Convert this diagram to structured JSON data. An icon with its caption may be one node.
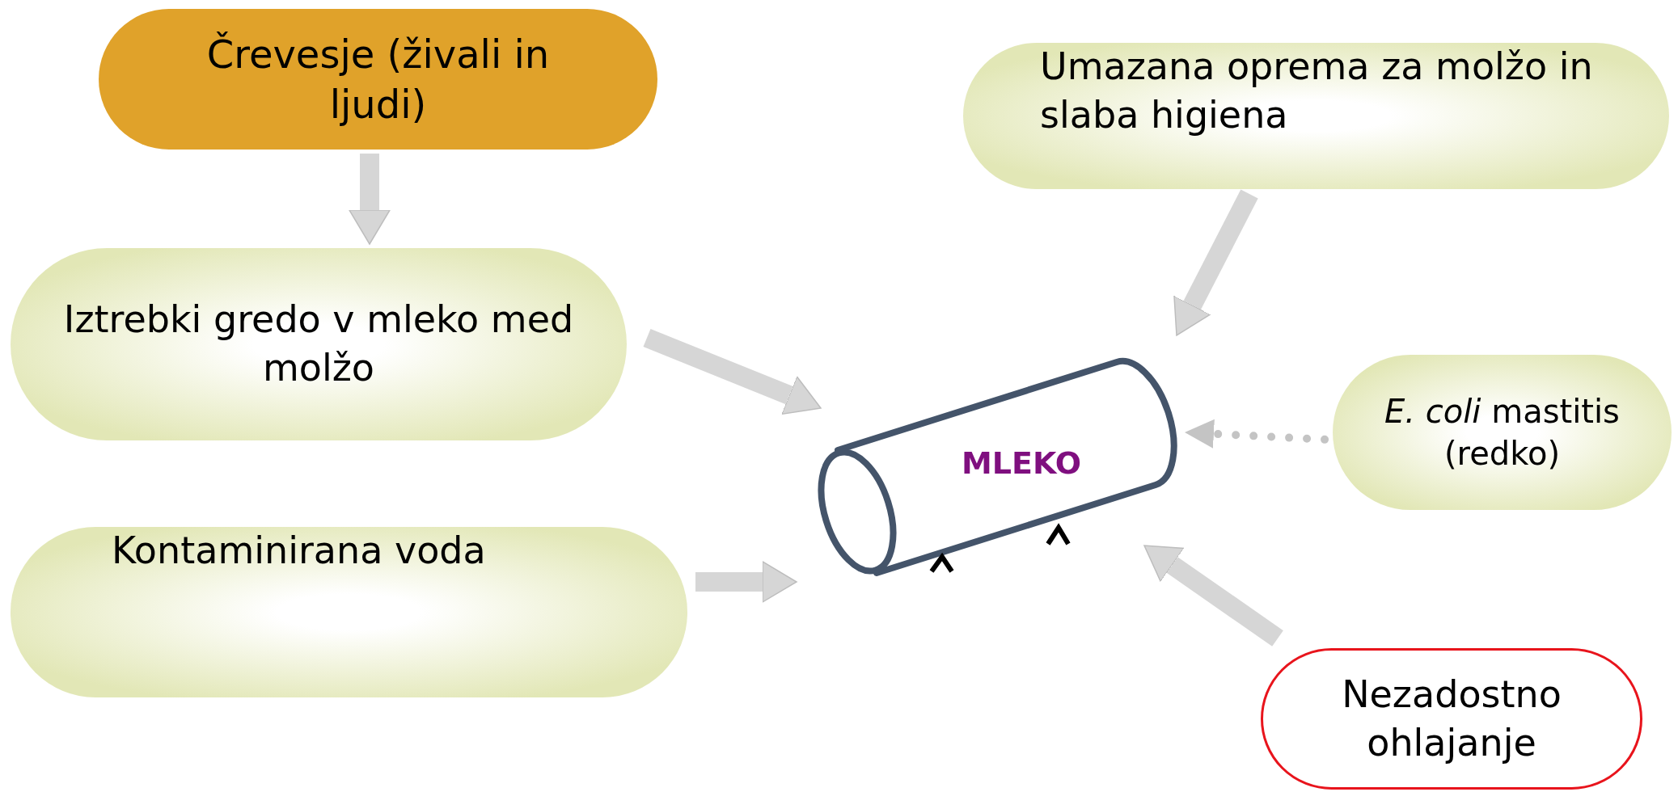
{
  "diagram": {
    "nodes": [
      {
        "text": [
          "Črevesje (živali in ljudi)"
        ]
      },
      {
        "text": [
          "Iztrebki gredo v mleko med molžo"
        ]
      },
      {
        "text": [
          "Kontaminirana voda"
        ]
      },
      {
        "text": [
          "Umazana oprema za molžo in slaba higiena"
        ]
      },
      {
        "text": [
          "*E. coli* mastitis (redko)"
        ]
      },
      {
        "text": [
          "Nezadostno ohlajanje"
        ]
      },
      {
        "text": [
          "MLEKO"
        ]
      }
    ],
    "edges": [
      {
        "from": 0,
        "to": 1,
        "arrow": "to"
      },
      {
        "from": 1,
        "to": 6,
        "arrow": "to"
      },
      {
        "from": 2,
        "to": 6,
        "arrow": "to"
      },
      {
        "from": 3,
        "to": 6,
        "arrow": "to"
      },
      {
        "from": 4,
        "to": 6,
        "arrow": "to",
        "style": "dashed"
      },
      {
        "from": 5,
        "to": 6,
        "arrow": "to"
      }
    ]
  }
}
